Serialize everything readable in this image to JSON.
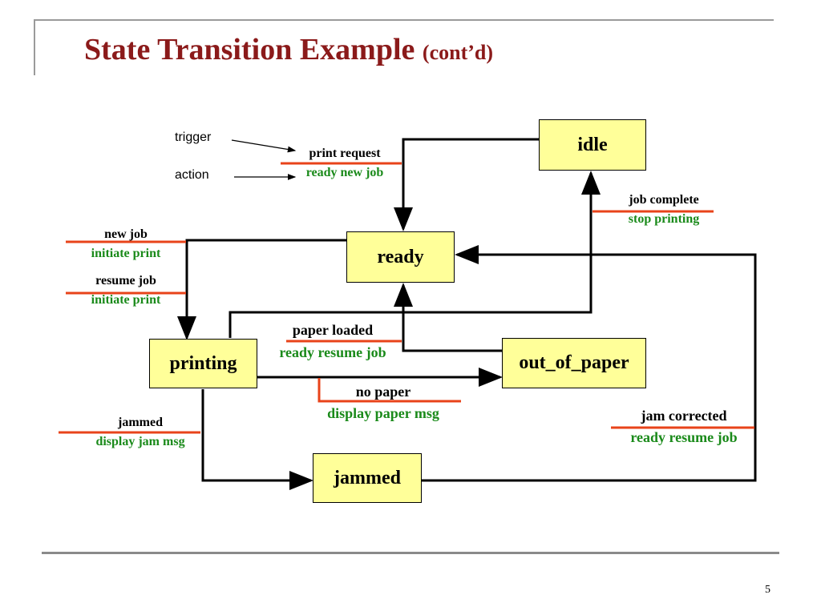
{
  "title": {
    "main": "State Transition Example",
    "sub": "(cont’d)"
  },
  "legend": {
    "trigger": "trigger",
    "action": "action"
  },
  "states": {
    "idle": "idle",
    "ready": "ready",
    "printing": "printing",
    "out_of_paper": "out_of_paper",
    "jammed": "jammed"
  },
  "transitions": {
    "print_request": {
      "trigger": "print request",
      "action": "ready new job"
    },
    "job_complete": {
      "trigger": "job complete",
      "action": "stop printing"
    },
    "new_job": {
      "trigger": "new job",
      "action": "initiate print"
    },
    "resume_job": {
      "trigger": "resume job",
      "action": "initiate print"
    },
    "paper_loaded": {
      "trigger": "paper loaded",
      "action": "ready resume job"
    },
    "no_paper": {
      "trigger": "no paper",
      "action": "display paper msg"
    },
    "jammed": {
      "trigger": "jammed",
      "action": "display jam msg"
    },
    "jam_corrected": {
      "trigger": "jam corrected",
      "action": "ready resume job"
    }
  },
  "colors": {
    "title": "#8b1a1a",
    "action": "#1a8a1a",
    "state_fill": "#ffff99",
    "underline": "#e8431a"
  },
  "page_number": "5"
}
